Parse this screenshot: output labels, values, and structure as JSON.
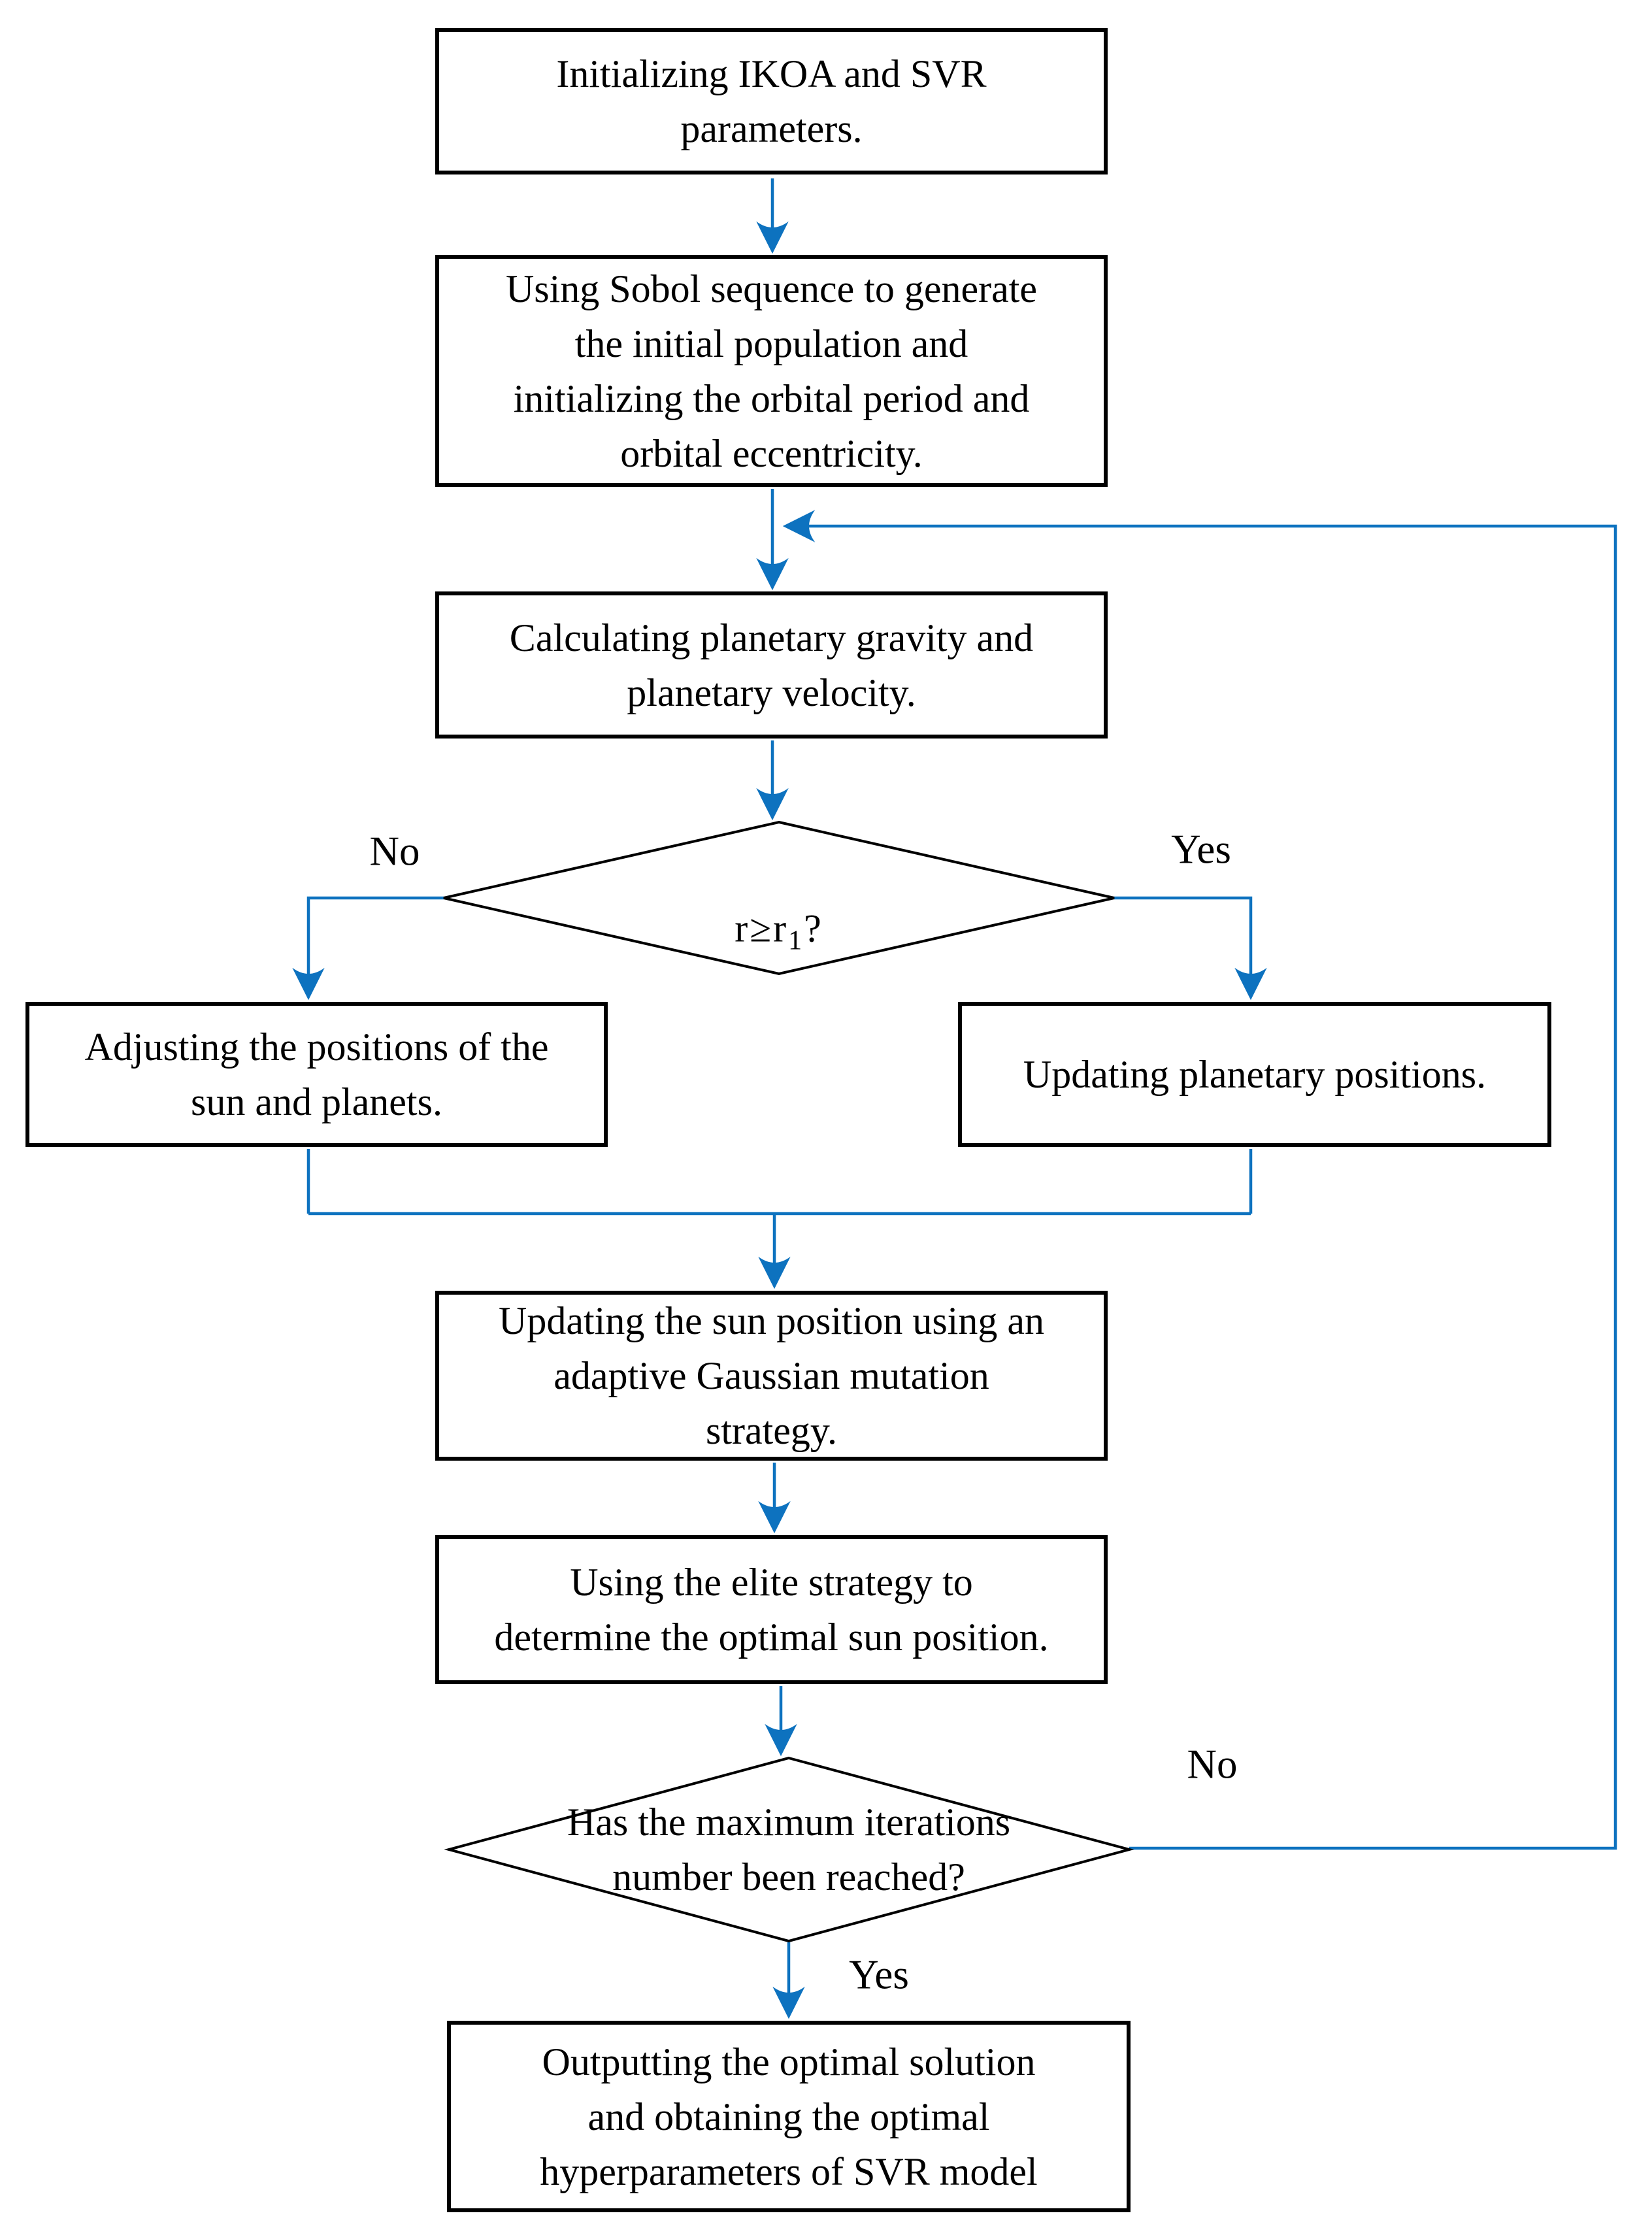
{
  "colors": {
    "arrow_blue": "#0d72bf",
    "shape_border": "#000000",
    "canvas_background": "#ffffff"
  },
  "nodes": {
    "init": "Initializing IKOA and SVR\nparameters.",
    "sobol": "Using Sobol sequence to generate\nthe initial population and\ninitializing the orbital period and\norbital eccentricity.",
    "gravity": "Calculating planetary gravity and\nplanetary velocity.",
    "adjust": "Adjusting the positions of the\nsun and planets.",
    "update_planets": "Updating planetary positions.",
    "sun_position": "Updating the sun position using an\nadaptive Gaussian mutation\nstrategy.",
    "elite": "Using the elite strategy to\ndetermine the optimal sun position.",
    "output": "Outputting the optimal solution\nand obtaining the optimal\nhyperparameters of SVR model"
  },
  "decisions": {
    "r_check": {
      "main": "r≥r",
      "sub": "1",
      "suffix": "?",
      "no": "No",
      "yes": "Yes"
    },
    "max_iter": {
      "label": "Has the maximum iterations\nnumber been reached?",
      "no": "No",
      "yes": "Yes"
    }
  }
}
